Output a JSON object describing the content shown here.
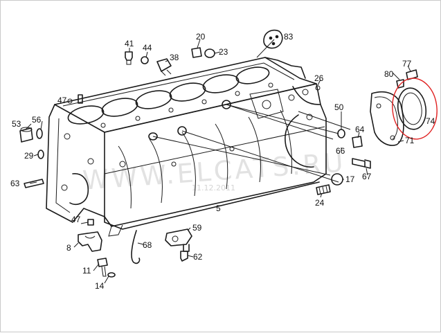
{
  "watermark": "WWW.ELCATS.RU",
  "watermark_date": "11.12.2011",
  "highlight_color": "#e02020",
  "callouts": {
    "c41": "41",
    "c44": "44",
    "c38": "38",
    "c20": "20",
    "c23": "23",
    "c83": "83",
    "c26": "26",
    "c80": "80",
    "c77": "77",
    "c47": "47",
    "c53": "53",
    "c56": "56",
    "c50": "50",
    "c74": "74",
    "c64": "64",
    "c29": "29",
    "c66": "66",
    "c71": "71",
    "c67": "67",
    "c63": "63",
    "c17": "17",
    "c24": "24",
    "c5": "5",
    "c47b": "47",
    "c59": "59",
    "c8": "8",
    "c68": "68",
    "c62": "62",
    "c11": "11",
    "c14": "14"
  }
}
